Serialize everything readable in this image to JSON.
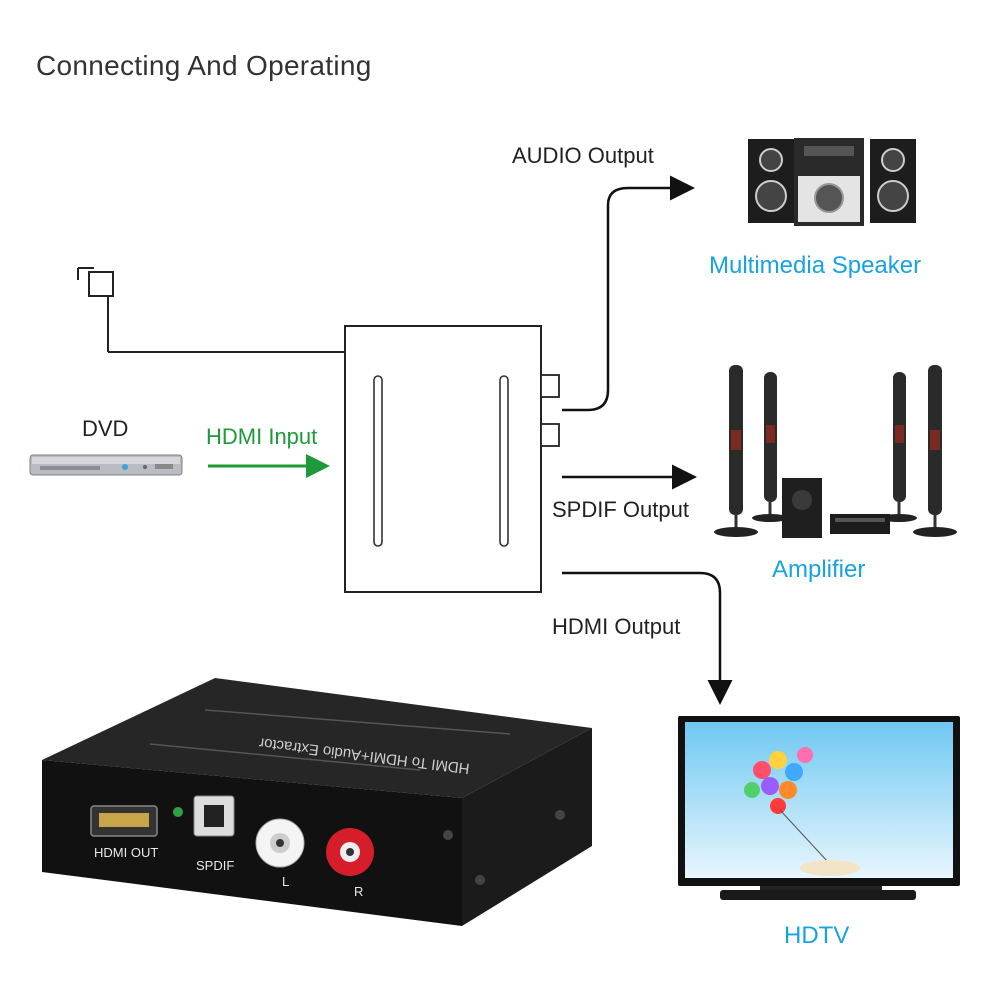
{
  "title": "Connecting And Operating",
  "labels": {
    "audio_output": "AUDIO Output",
    "spdif_output": "SPDIF Output",
    "hdmi_output": "HDMI Output",
    "hdmi_input": "HDMI Input",
    "dvd": "DVD",
    "multimedia_speaker": "Multimedia Speaker",
    "amplifier": "Amplifier",
    "hdtv": "HDTV"
  },
  "device": {
    "top_text": "HDMI To HDMI+Audio Extractor",
    "port_hdmi_out": "HDMI OUT",
    "port_spdif": "SPDIF",
    "port_l": "L",
    "port_r": "R"
  },
  "colors": {
    "accent_blue": "#18a3e0",
    "accent_green": "#1d9a3a",
    "line": "#111111"
  }
}
